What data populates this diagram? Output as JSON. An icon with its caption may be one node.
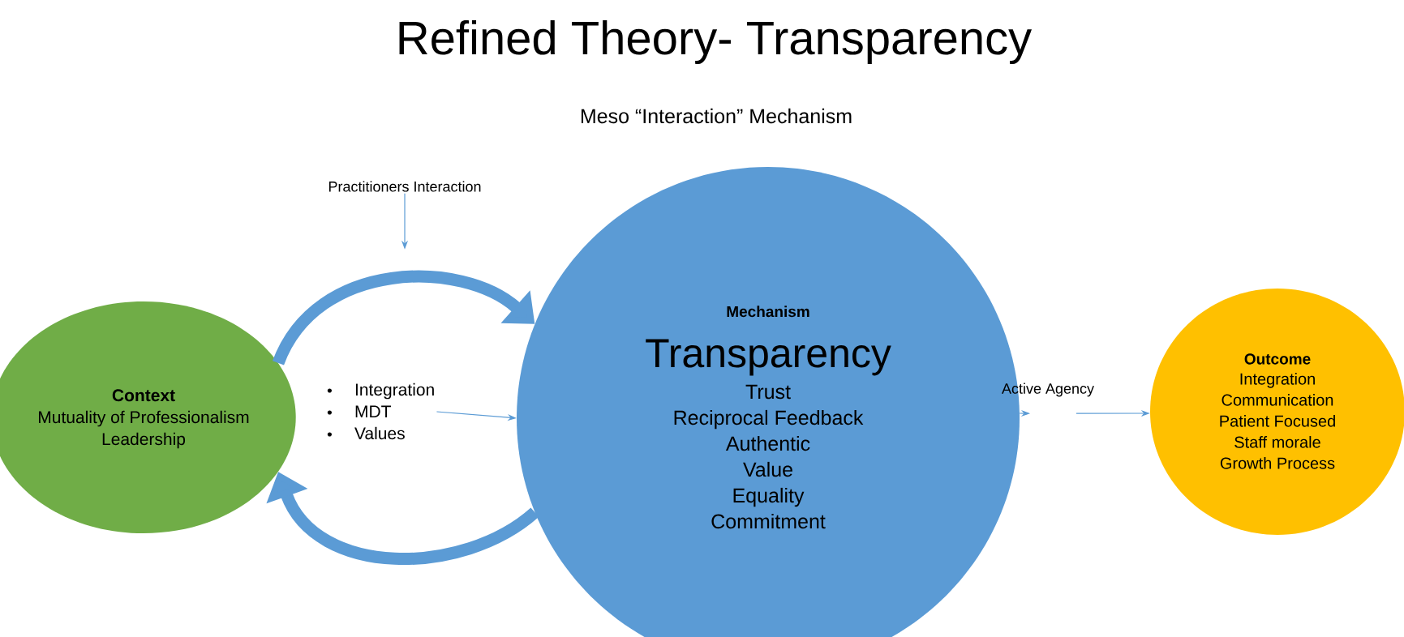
{
  "diagram": {
    "title": "Refined Theory- Transparency",
    "nodes": [
      {
        "text": [
          "Context",
          "Mutuality of Professionalism",
          "Leadership"
        ]
      },
      {
        "text": [
          "Practitioners Interaction"
        ]
      },
      {
        "text": [
          "Integration",
          "MDT",
          "Values"
        ]
      },
      {
        "text": [
          "Mechanism",
          "Transparency",
          "Trust",
          "Reciprocal Feedback",
          "Authentic",
          "Value",
          "Equality",
          "Commitment"
        ]
      },
      {
        "text": [
          "Active Agency"
        ]
      },
      {
        "text": [
          "Outcome",
          "Integration",
          "Communication",
          "Patient Focused",
          "Staff morale",
          "Growth Process"
        ]
      }
    ],
    "edges": [
      {
        "from": 1,
        "to": null,
        "arrow": "to"
      },
      {
        "from": 2,
        "to": 3,
        "arrow": "to"
      },
      {
        "from": 3,
        "to": 4,
        "arrow": "to"
      },
      {
        "from": 4,
        "to": 5,
        "arrow": "to"
      },
      {
        "from": 0,
        "to": 3,
        "arrow": "to",
        "style": "thick"
      },
      {
        "from": 3,
        "to": 0,
        "arrow": "to",
        "style": "thick"
      }
    ],
    "labels": [
      "Meso “Interaction” Mechanism"
    ]
  }
}
